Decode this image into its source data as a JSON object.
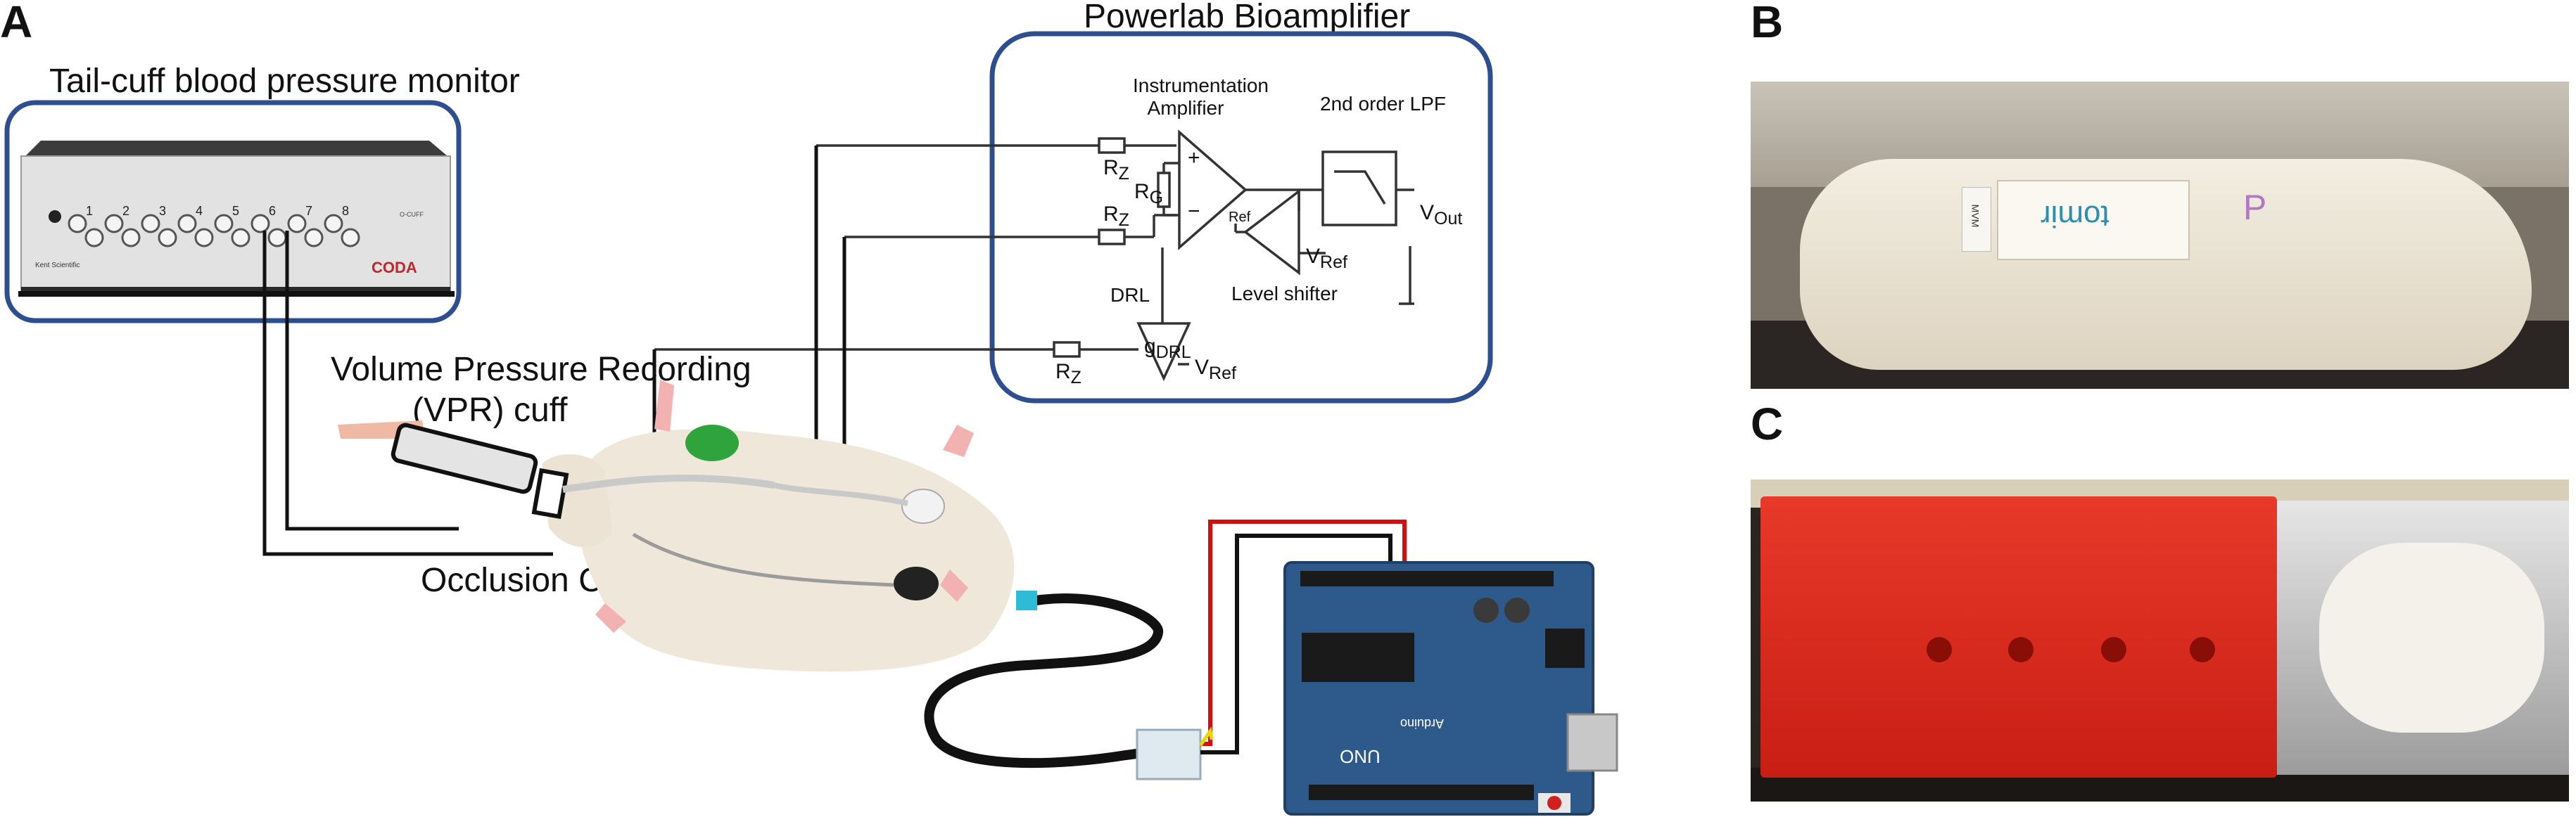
{
  "panels": {
    "a": "A",
    "b": "B",
    "c": "C"
  },
  "labels": {
    "tail_cuff_monitor": "Tail-cuff blood pressure monitor",
    "powerlab": "Powerlab Bioamplifier",
    "vpr_line1": "Volume Pressure Recording",
    "vpr_line2": "(VPR) cuff",
    "occlusion": "Occlusion Cuff"
  },
  "device": {
    "brand": "CODA",
    "maker": "Kent Scientific",
    "channels": [
      "1",
      "2",
      "3",
      "4",
      "5",
      "6",
      "7",
      "8"
    ],
    "sub_label": "O-CUFF"
  },
  "circuit": {
    "instrumentation_amp_line1": "Instrumentation",
    "instrumentation_amp_line2": "Amplifier",
    "lpf": "2nd order LPF",
    "rz": "R",
    "rz_sub": "Z",
    "rg": "R",
    "rg_sub": "G",
    "ref": "Ref",
    "vout": "V",
    "vout_sub": "Out",
    "vref": "V",
    "vref_sub": "Ref",
    "level_shifter": "Level shifter",
    "drl": "DRL",
    "g_drl": "g",
    "g_drl_sub": "DRL",
    "plus": "+",
    "minus": "−"
  },
  "arduino": {
    "board": "UNO",
    "brand": "Arduino"
  },
  "photo_b": {
    "tag_text": "tomir",
    "tag_side": "MVM",
    "mark": "P"
  },
  "colors": {
    "box_border": "#2e4f8f",
    "arduino_blue": "#2d5a8a",
    "red_holder": "#d9251e",
    "wire_red": "#d01010",
    "wire_black": "#111111"
  }
}
